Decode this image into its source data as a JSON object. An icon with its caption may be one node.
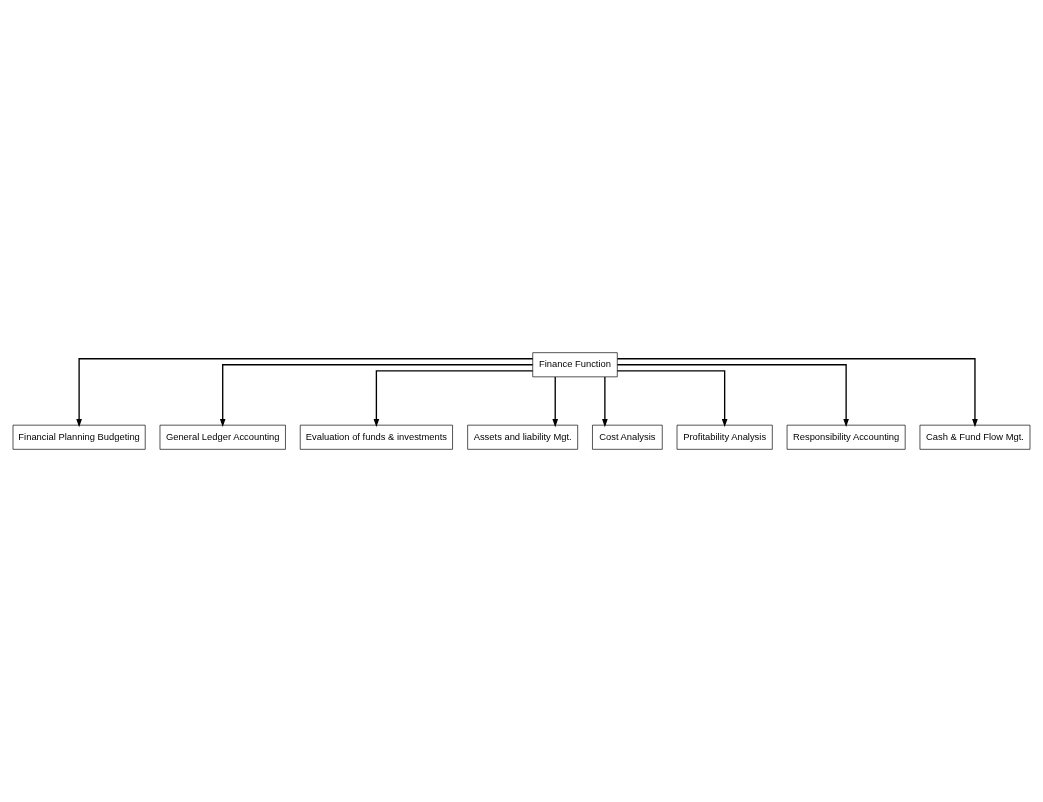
{
  "diagram": {
    "nodes": [
      {
        "text": [
          "Financial Planning Budgeting"
        ]
      },
      {
        "text": [
          "General Ledger Accounting"
        ]
      },
      {
        "text": [
          "Evaluation of funds & investments"
        ]
      },
      {
        "text": [
          "Assets and liability Mgt."
        ]
      },
      {
        "text": [
          "Finance Function"
        ]
      },
      {
        "text": [
          "Cost Analysis"
        ]
      },
      {
        "text": [
          "Profitability Analysis"
        ]
      },
      {
        "text": [
          "Responsibility Accounting"
        ]
      },
      {
        "text": [
          "Cash & Fund Flow Mgt."
        ]
      }
    ],
    "edges": [
      {
        "from": 4,
        "to": 0,
        "arrow": "to"
      },
      {
        "from": 4,
        "to": 1,
        "arrow": "to"
      },
      {
        "from": 4,
        "to": 2,
        "arrow": "to"
      },
      {
        "from": 4,
        "to": 3,
        "arrow": "to"
      },
      {
        "from": 4,
        "to": 5,
        "arrow": "to"
      },
      {
        "from": 4,
        "to": 6,
        "arrow": "to"
      },
      {
        "from": 4,
        "to": 7,
        "arrow": "to"
      },
      {
        "from": 4,
        "to": 8,
        "arrow": "to"
      }
    ]
  }
}
